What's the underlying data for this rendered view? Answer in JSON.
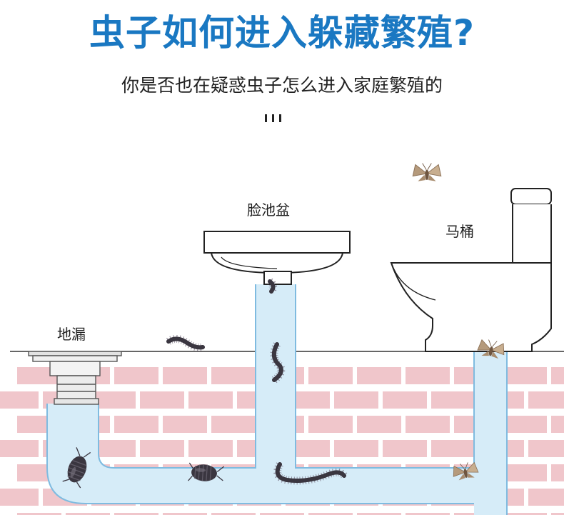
{
  "header": {
    "title": "虫子如何进入躲藏繁殖?",
    "subtitle": "你是否也在疑惑虫子怎么进入家庭繁殖的"
  },
  "labels": {
    "floor_drain": "地漏",
    "basin": "脸池盆",
    "toilet": "马桶"
  },
  "colors": {
    "title": "#1a78c2",
    "pipe_fill": "#d6ecf8",
    "pipe_stroke": "#7fbbe0",
    "brick": "#f0c6cb",
    "fixture_stroke": "#222222",
    "bug_dark": "#3a3640",
    "moth": "#b59a7c"
  },
  "icons": [
    "isopod-bug-icon",
    "centipede-icon",
    "moth-icon"
  ]
}
